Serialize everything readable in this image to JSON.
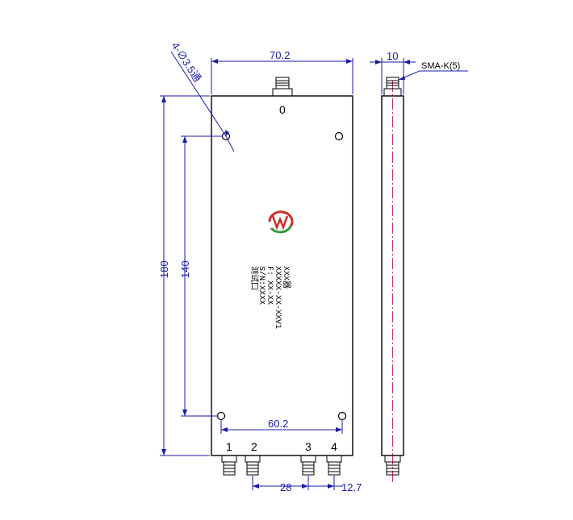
{
  "colors": {
    "outline": "#000000",
    "dimension": "#1a1aa8",
    "centerline": "#c0306a",
    "logo_red": "#d22b2b",
    "logo_green": "#2e9a3e"
  },
  "dimensions": {
    "top_width": "70.2",
    "side_thickness": "10",
    "total_height": "180",
    "hole_spacing_vertical": "140",
    "hole_spacing_horizontal": "60.2",
    "port_spacing": "28",
    "port_spacing_edge": "12.7",
    "hole_callout": "4-∅3.5通",
    "connector_callout": "SMA-K(5)"
  },
  "ports": {
    "input": "0",
    "p1": "1",
    "p2": "2",
    "p3": "3",
    "p4": "4"
  },
  "label": {
    "line1": "XXX器",
    "line2": "XXXXX-XX-XXV1",
    "line3": "F: XX-XX",
    "line4": "S/N:XXXX",
    "line5": "测试口"
  }
}
